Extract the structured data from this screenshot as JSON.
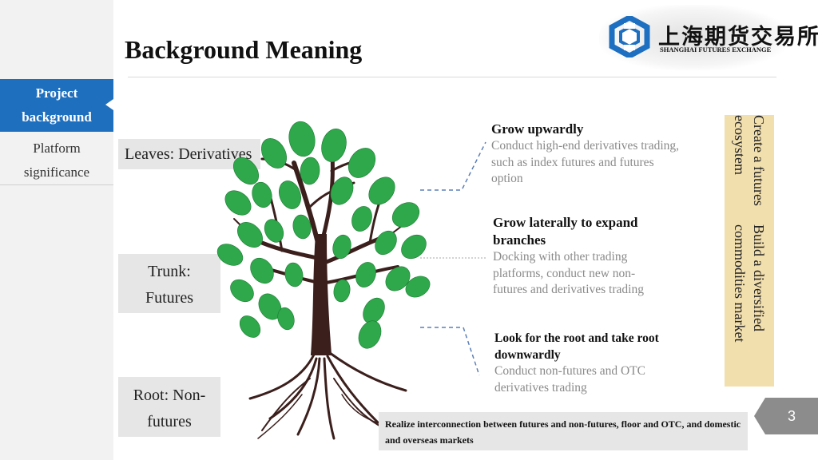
{
  "sidebar": {
    "items": [
      {
        "line1": "Project",
        "line2": "background"
      },
      {
        "line1": "Platform",
        "line2": "significance"
      }
    ]
  },
  "header": {
    "title": "Background Meaning"
  },
  "logo": {
    "cn_text": "上海期货交易所",
    "en_text": "SHANGHAI FUTURES EXCHANGE",
    "brand_color": "#1d6fc1"
  },
  "tree_labels": {
    "leaves": "Leaves: Derivatives",
    "trunk": {
      "line1": "Trunk:",
      "line2": "Futures"
    },
    "root": {
      "line1": "Root: Non-",
      "line2": "futures"
    }
  },
  "growth": [
    {
      "head": "Grow upwardly",
      "desc": "Conduct high-end derivatives trading, such as index futures and futures option"
    },
    {
      "head": "Grow laterally to expand branches",
      "desc": "Docking with other trading platforms, conduct new non-futures and derivatives trading"
    },
    {
      "head": "Look for the root and take root downwardly",
      "desc": "Conduct non-futures and OTC derivatives trading"
    }
  ],
  "vertical_panel": {
    "line1": "Create a futures ecosystem",
    "line2": "Build a diversified commodities market"
  },
  "bottom_bar": {
    "text": "Realize interconnection between futures and non-futures, floor and OTC, and domestic and overseas markets"
  },
  "page": {
    "number": "3"
  },
  "colors": {
    "accent_blue": "#1f6fbf",
    "leaf_green": "#2ea84a",
    "trunk_brown": "#3b1f1c",
    "panel_yellow": "#f2dfae",
    "connector_blue": "#5b7fb8"
  }
}
